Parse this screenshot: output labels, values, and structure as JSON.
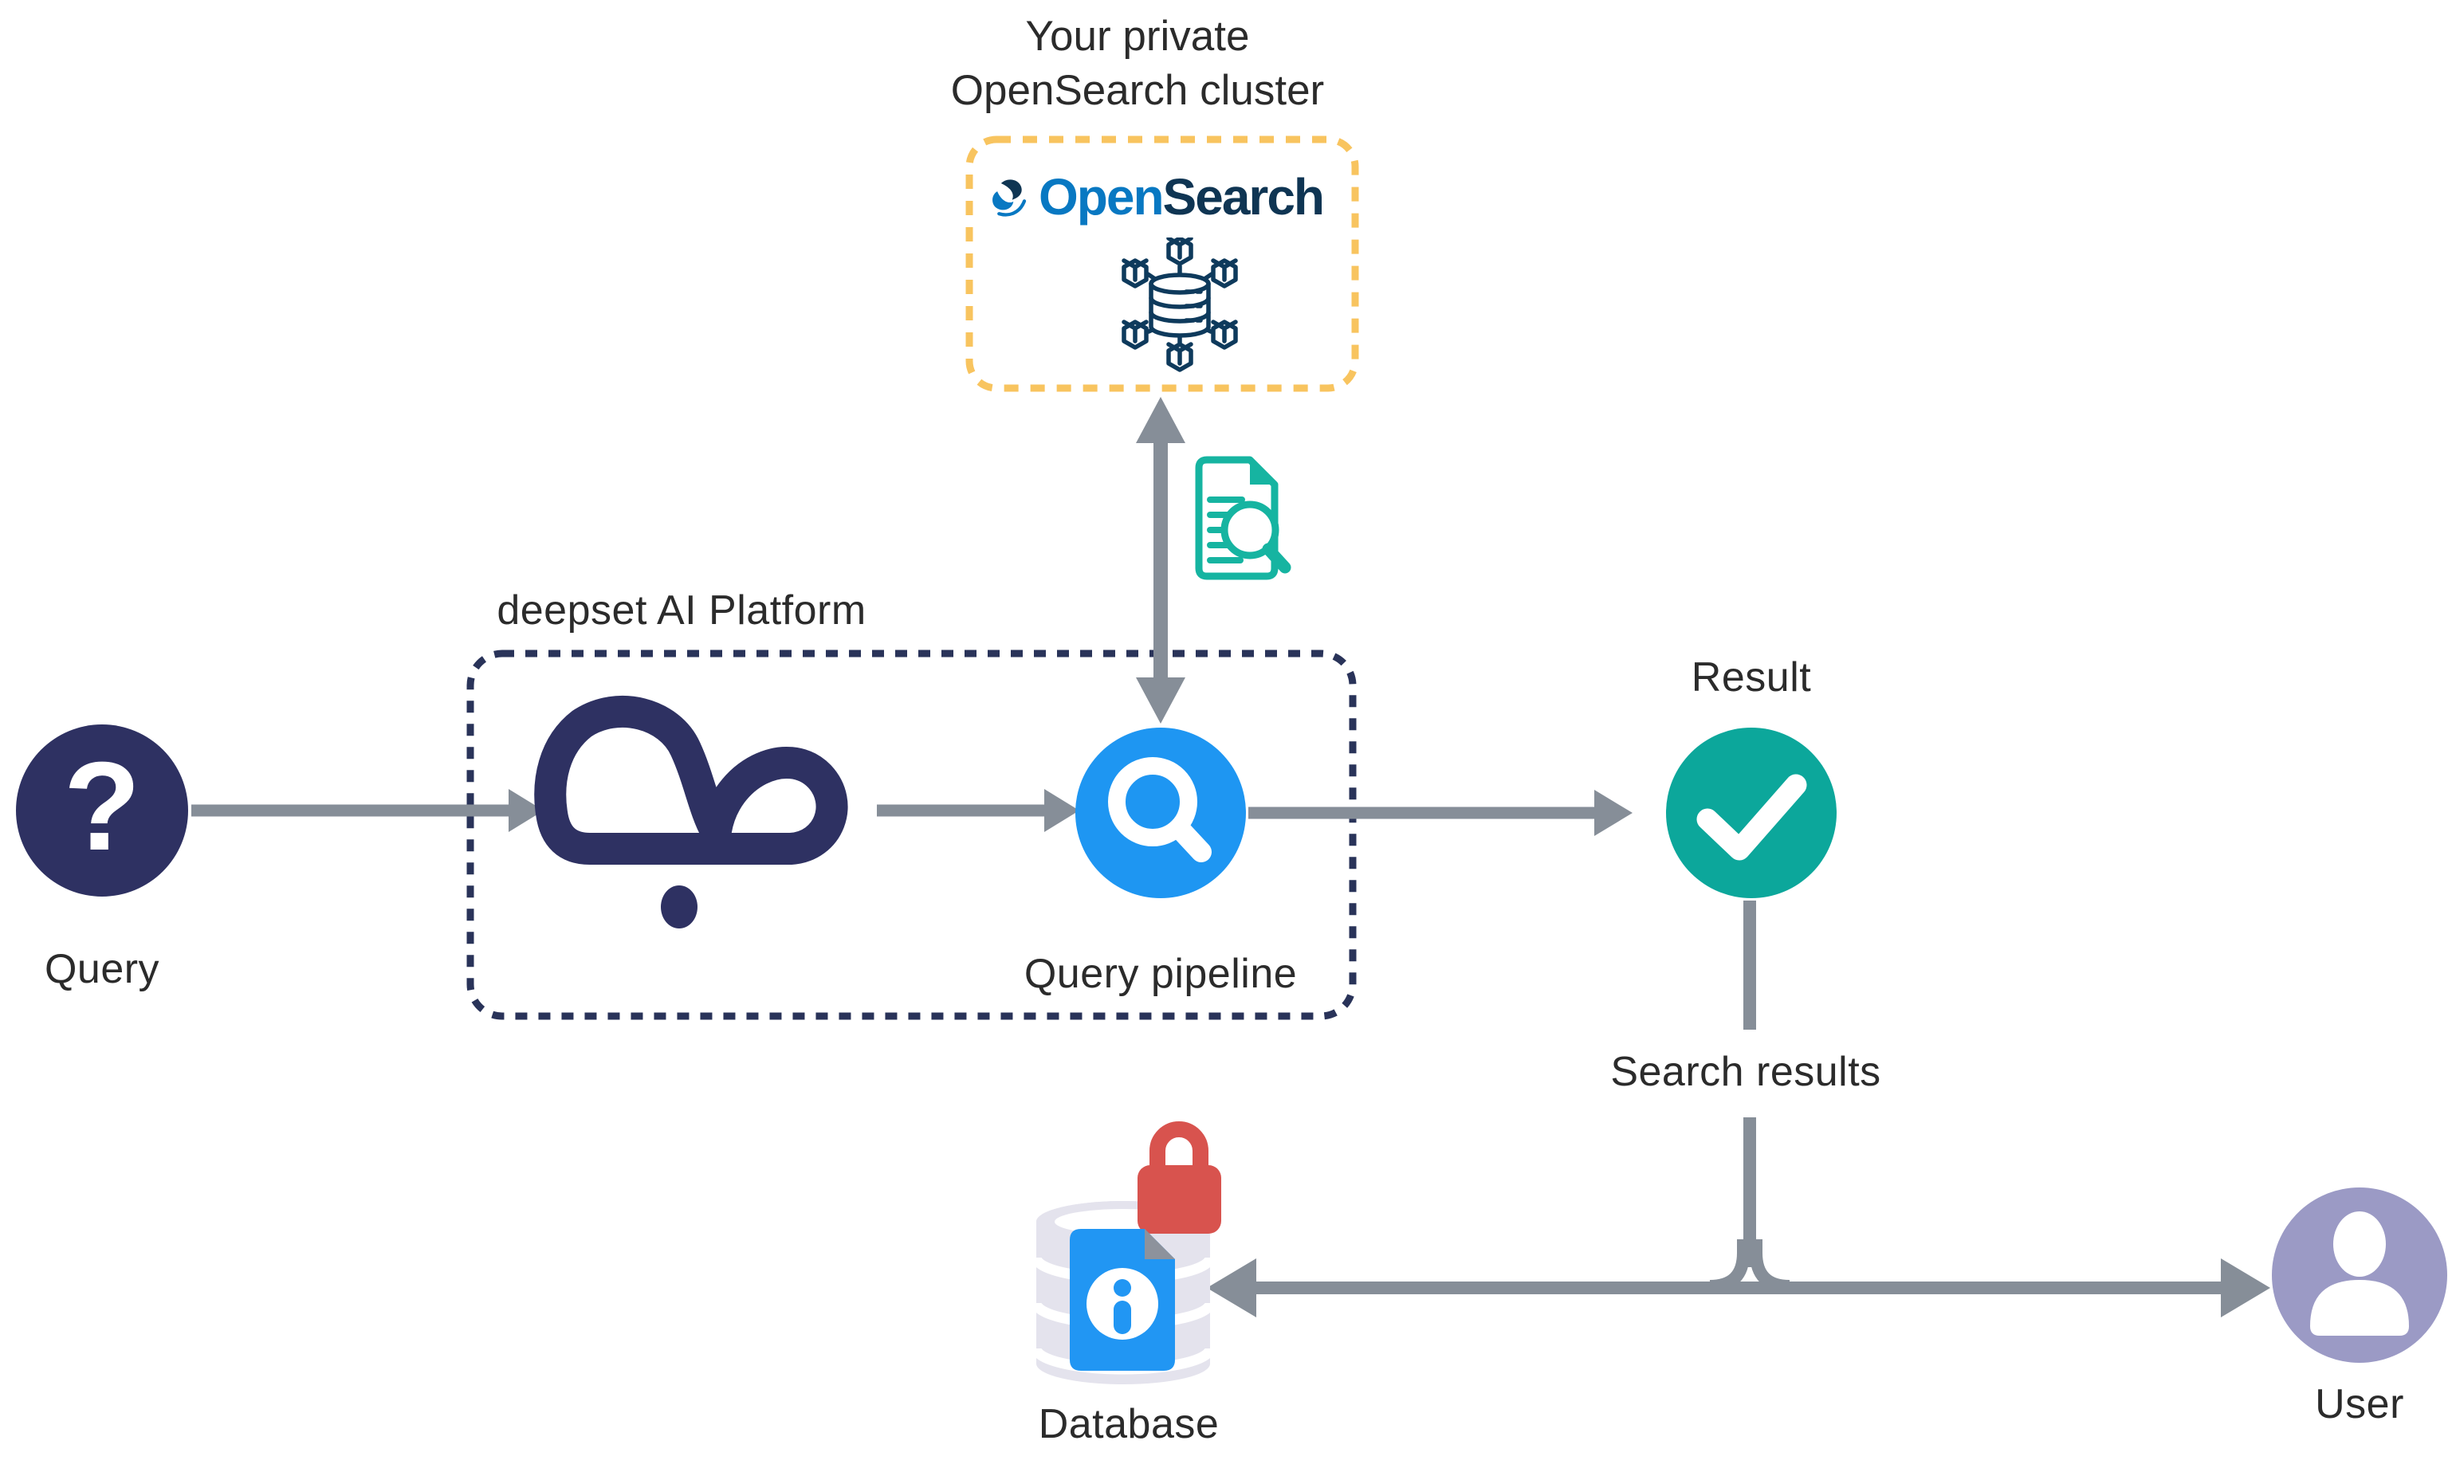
{
  "title": {
    "line1": "Your private",
    "line2": "OpenSearch cluster"
  },
  "opensearch": {
    "logo_open": "Open",
    "logo_search": "Search"
  },
  "deepset": {
    "label": "deepset AI Platform"
  },
  "nodes": {
    "query": {
      "label": "Query",
      "glyph": "?"
    },
    "query_pipeline": {
      "label": "Query pipeline"
    },
    "result": {
      "label": "Result"
    },
    "database": {
      "label": "Database"
    },
    "user": {
      "label": "User"
    }
  },
  "edges": {
    "search_results_label": "Search results"
  },
  "icons": {
    "query": "question-mark-icon",
    "query_pipeline": "magnifier-icon",
    "result": "check-icon",
    "user": "person-icon",
    "database": "database-cylinder-icon",
    "database_lock": "lock-icon",
    "database_doc": "info-document-icon",
    "opensearch_mark": "opensearch-logo-icon",
    "opensearch_cluster": "distributed-database-icon",
    "deepset_logo": "deepset-cloud-logo-icon",
    "pipeline_to_cluster": "document-search-icon"
  },
  "colors": {
    "navy": "#2E3162",
    "navy_border": "#293359",
    "gray": "#868E98",
    "blue": "#1E96F2",
    "teal": "#0CA79B",
    "teal_icon": "#16B4A1",
    "orange": "#F8C45F",
    "red": "#D8534E",
    "lavender": "#E4E3ED",
    "purple": "#9B9AC5",
    "os_blue": "#0878C2",
    "os_navy": "#0F3553",
    "doc_blue": "#2196F3",
    "fold_gray": "#8D929C",
    "cluster_navy": "#0E3A5C",
    "ink": "#2B2B2B"
  }
}
